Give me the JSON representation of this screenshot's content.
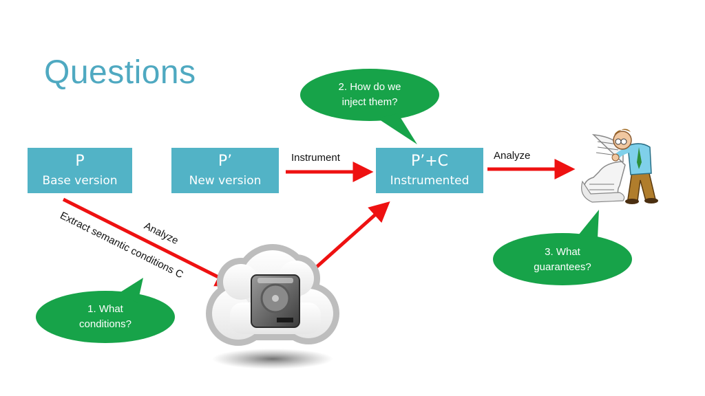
{
  "slide": {
    "title": "Questions"
  },
  "boxes": {
    "p": {
      "name": "P",
      "sub": "Base version"
    },
    "p_prime": {
      "name": "P’",
      "sub": "New version"
    },
    "p_prime_c": {
      "name": "P’+C",
      "sub": "Instrumented"
    }
  },
  "edge_labels": {
    "instrument": "Instrument",
    "analyze_right": "Analyze",
    "analyze_diag": "Analyze",
    "extract": "Extract semantic conditions C"
  },
  "bubbles": {
    "q1": {
      "line1": "1. What",
      "line2": "conditions?"
    },
    "q2": {
      "line1": "2. How do we",
      "line2": "inject them?"
    },
    "q3": {
      "line1": "3. What",
      "line2": "guarantees?"
    }
  },
  "colors": {
    "title": "#4fa9c1",
    "box": "#52b3c6",
    "bubble": "#17a349",
    "arrow": "#ee1111"
  },
  "icons": {
    "storage": "cloud-hard-drive-icon",
    "analyst": "man-reading-printout-icon"
  }
}
